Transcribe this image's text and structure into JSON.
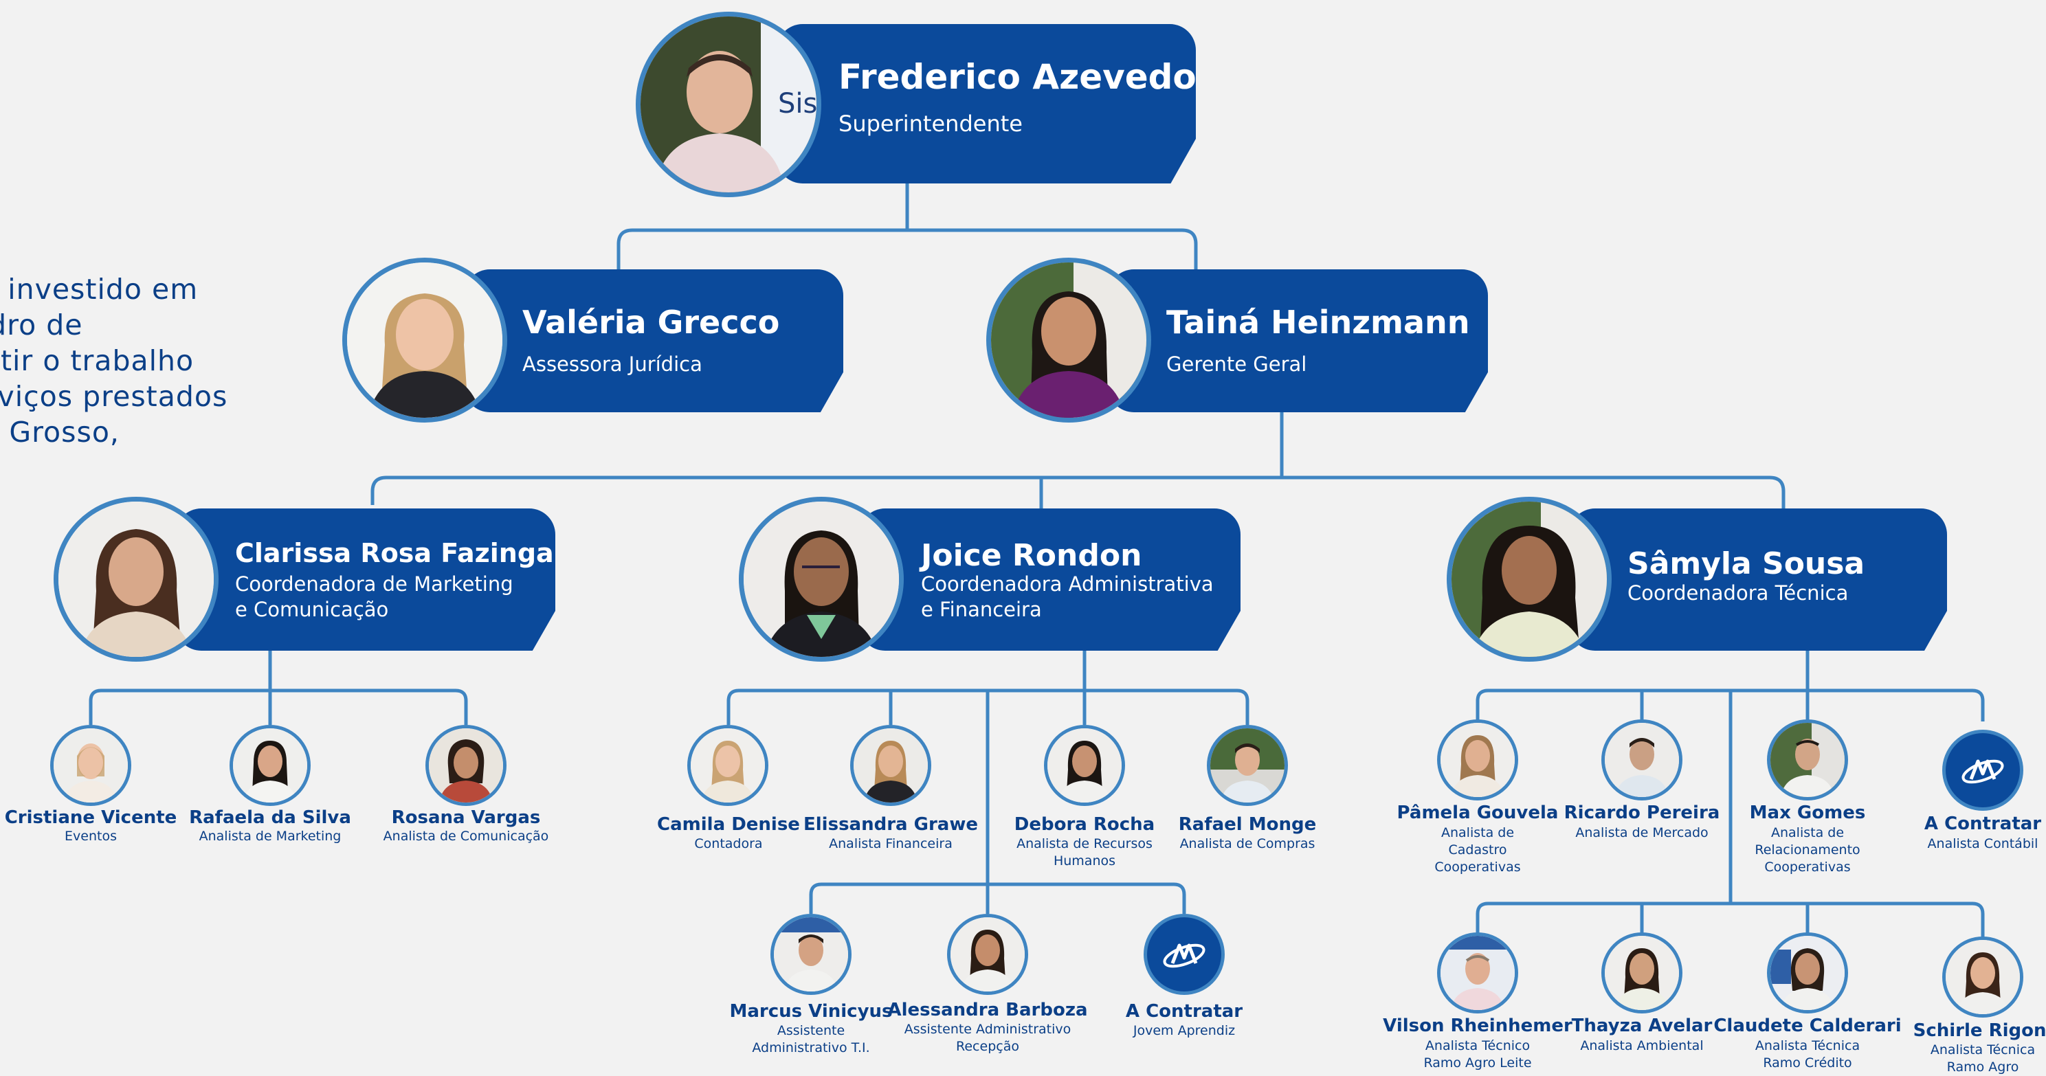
{
  "intro_text": [
    "em investido em",
    "uadro de",
    "rantir o trabalho",
    "serviços prestados",
    "ato Grosso,"
  ],
  "leaders": {
    "frederico": {
      "name": "Frederico Azevedo",
      "role": "Superintendente"
    },
    "valeria": {
      "name": "Valéria Grecco",
      "role": "Assessora Jurídica"
    },
    "taina": {
      "name": "Tainá Heinzmann",
      "role": "Gerente Geral"
    },
    "clarissa": {
      "name": "Clarissa Rosa Fazinga",
      "role": "Coordenadora de Marketing\ne Comunicação"
    },
    "joice": {
      "name": "Joice Rondon",
      "role": "Coordenadora Administrativa\ne Financeira"
    },
    "samyla": {
      "name": "Sâmyla Sousa",
      "role": "Coordenadora Técnica"
    }
  },
  "marketing_team": [
    {
      "name": "Cristiane Vicente",
      "role": "Eventos"
    },
    {
      "name": "Rafaela da Silva",
      "role": "Analista de Marketing"
    },
    {
      "name": "Rosana Vargas",
      "role": "Analista de Comunicação"
    }
  ],
  "admin_team": [
    {
      "name": "Camila Denise",
      "role": "Contadora"
    },
    {
      "name": "Elissandra Grawe",
      "role": "Analista Financeira"
    },
    {
      "name": "Debora Rocha",
      "role": "Analista de Recursos\nHumanos"
    },
    {
      "name": "Rafael Monge",
      "role": "Analista de Compras"
    }
  ],
  "admin_team_row2": [
    {
      "name": "Marcus Vinicyus",
      "role": "Assistente\nAdministrativo T.I."
    },
    {
      "name": "Alessandra Barboza",
      "role": "Assistente Administrativo\nRecepção"
    },
    {
      "name": "A Contratar",
      "role": "Jovem Aprendiz"
    }
  ],
  "tech_team": [
    {
      "name": "Pâmela Gouvela",
      "role": "Analista de\nCadastro\nCooperativas"
    },
    {
      "name": "Ricardo Pereira",
      "role": "Analista de Mercado"
    },
    {
      "name": "Max Gomes",
      "role": "Analista de\nRelacionamento\nCooperativas"
    },
    {
      "name": "A Contratar",
      "role": "Analista Contábil"
    }
  ],
  "tech_team_row2": [
    {
      "name": "Vilson Rheinhemer",
      "role": "Analista Técnico\nRamo Agro Leite"
    },
    {
      "name": "Thayza Avelar",
      "role": "Analista Ambiental"
    },
    {
      "name": "Claudete Calderari",
      "role": "Analista Técnica\nRamo Crédito"
    },
    {
      "name": "Schirle Rigoni",
      "role": "Analista Técnica\nRamo Agro"
    }
  ],
  "photo_backdrop_text": "Sist",
  "colors": {
    "card": "#0b4a9b",
    "line": "#3f85c2",
    "text": "#0b3f87",
    "background": "#f2f2f2"
  }
}
